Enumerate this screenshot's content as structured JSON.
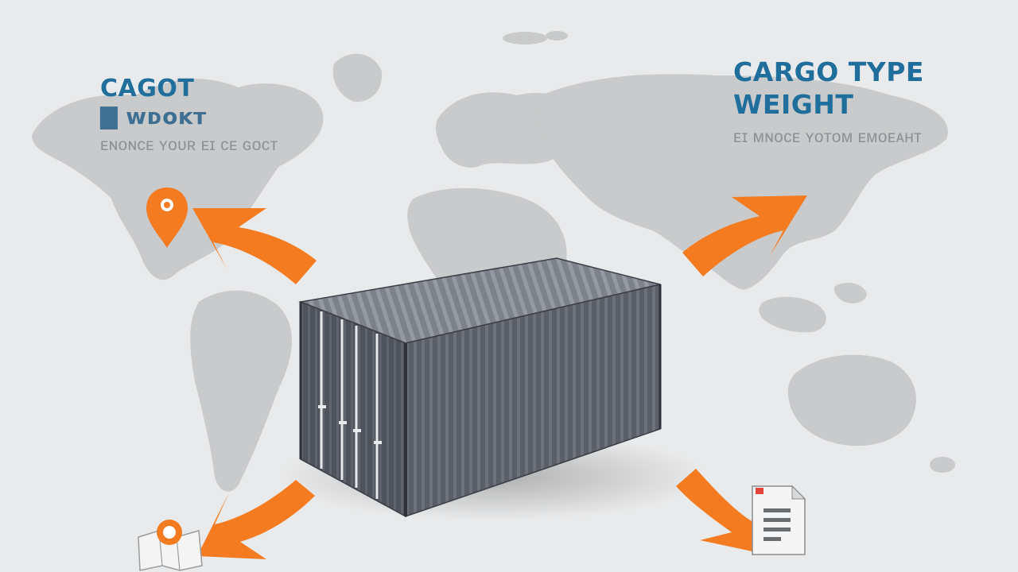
{
  "labels": {
    "left": {
      "title_line1": "CAGOT",
      "title_line2": "▇ ᴡᴅᴏᴋᴛ",
      "subtitle": "ᴇɴᴏɴᴄᴇ ʏᴏᴜʀ ᴇɪ ᴄᴇ ɢᴏᴄᴛ"
    },
    "right": {
      "title_line1": "CARGO TYPE",
      "title_line2": "WEIGHT",
      "subtitle": "ᴇɪ ᴍɴᴏᴄᴇ ʏᴏᴛᴏᴍ ᴇᴍᴏᴇᴀʜᴛ"
    }
  },
  "icons": {
    "map_pin": "map-pin-icon",
    "map_marker_book": "location-map-icon",
    "document": "document-icon"
  },
  "colors": {
    "background": "#e9eaeb",
    "map": "#c9cacb",
    "accent_orange": "#f47b20",
    "title_blue": "#1f6e9c",
    "container": "#5b6068"
  }
}
